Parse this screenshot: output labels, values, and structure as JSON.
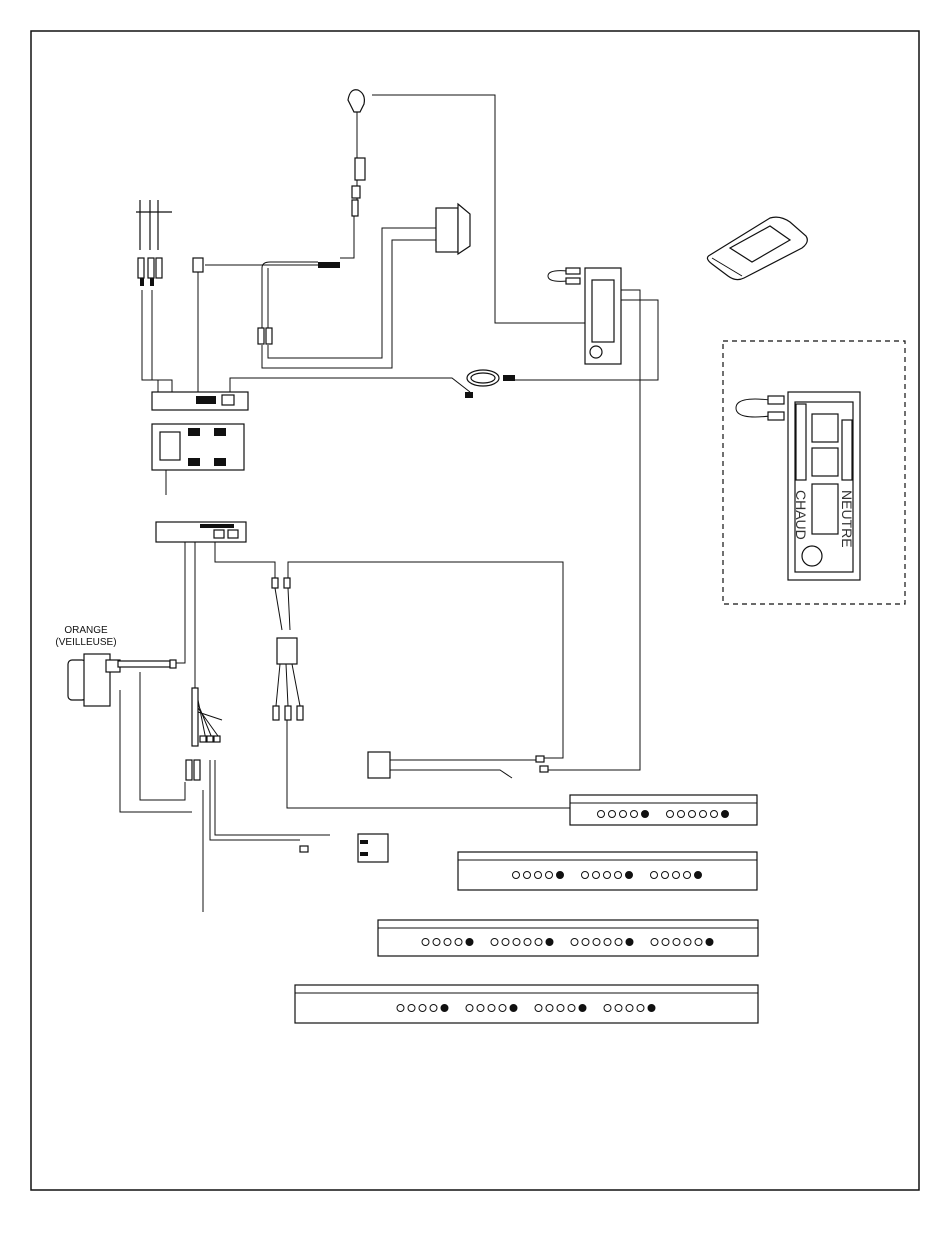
{
  "labels": {
    "pilot_color": "ORANGE",
    "pilot_name": "(VEILLEUSE)",
    "outlet_hot": "CHAUD",
    "outlet_neutral": "NEUTRE"
  },
  "burner_bars": [
    {
      "groups": [
        5,
        6
      ]
    },
    {
      "groups": [
        5,
        5,
        5
      ]
    },
    {
      "groups": [
        5,
        6,
        6,
        6
      ]
    },
    {
      "groups": [
        5,
        5,
        5,
        5
      ]
    }
  ],
  "colors": {
    "line": "#111111",
    "background": "#ffffff"
  }
}
